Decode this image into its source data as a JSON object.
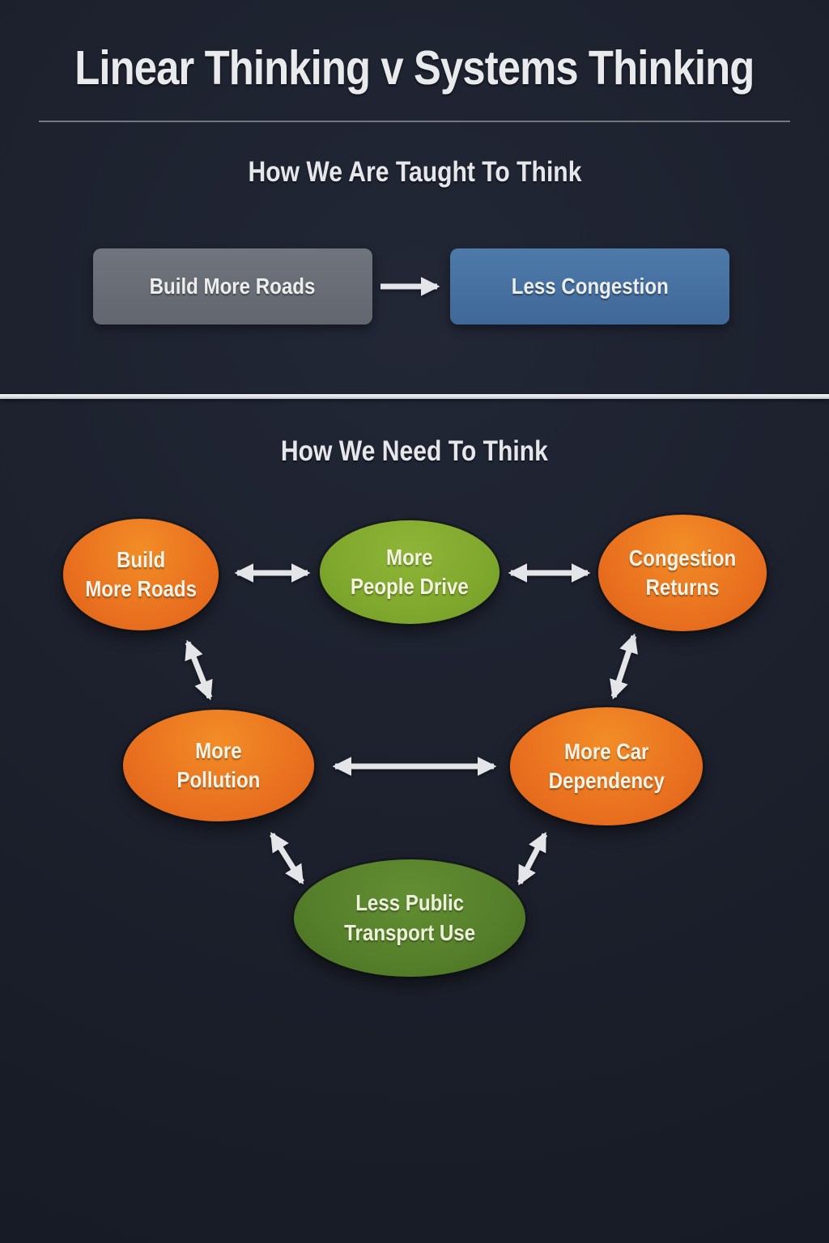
{
  "page": {
    "background_color": "#1c202c",
    "title": "Linear Thinking v Systems Thinking"
  },
  "linear_section": {
    "heading": "How We Are Taught To Think",
    "cause_box": {
      "label": "Build More Roads",
      "color": "#686c74"
    },
    "effect_box": {
      "label": "Less Congestion",
      "color": "#44719e"
    },
    "connection": {
      "from": "cause_box",
      "to": "effect_box",
      "type": "one-way-arrow"
    }
  },
  "systems_section": {
    "heading": "How We Need To Think",
    "nodes": {
      "build_more_roads": {
        "label": "Build\nMore Roads",
        "color": "#e8701d"
      },
      "more_people_drive": {
        "label": "More\nPeople Drive",
        "color": "#80a82d"
      },
      "congestion_returns": {
        "label": "Congestion\nReturns",
        "color": "#e8701d"
      },
      "more_pollution": {
        "label": "More\nPollution",
        "color": "#e8701d"
      },
      "more_car_dependency": {
        "label": "More Car\nDependency",
        "color": "#e8701d"
      },
      "less_public_transport_use": {
        "label": "Less Public\nTransport Use",
        "color": "#557f2a"
      }
    },
    "connections": [
      {
        "from": "build_more_roads",
        "to": "more_people_drive",
        "type": "two-way-arrow"
      },
      {
        "from": "more_people_drive",
        "to": "congestion_returns",
        "type": "two-way-arrow"
      },
      {
        "from": "build_more_roads",
        "to": "more_pollution",
        "type": "two-way-arrow"
      },
      {
        "from": "congestion_returns",
        "to": "more_car_dependency",
        "type": "two-way-arrow"
      },
      {
        "from": "more_pollution",
        "to": "more_car_dependency",
        "type": "two-way-arrow"
      },
      {
        "from": "more_pollution",
        "to": "less_public_transport_use",
        "type": "two-way-arrow"
      },
      {
        "from": "more_car_dependency",
        "to": "less_public_transport_use",
        "type": "two-way-arrow"
      }
    ]
  },
  "colors": {
    "arrow": "#e4e5e8",
    "divider_thin": "#73777f",
    "divider_thick": "#dcdfe4",
    "heading_text": "#e6e7ea",
    "node_text": "#f7f3e6"
  }
}
